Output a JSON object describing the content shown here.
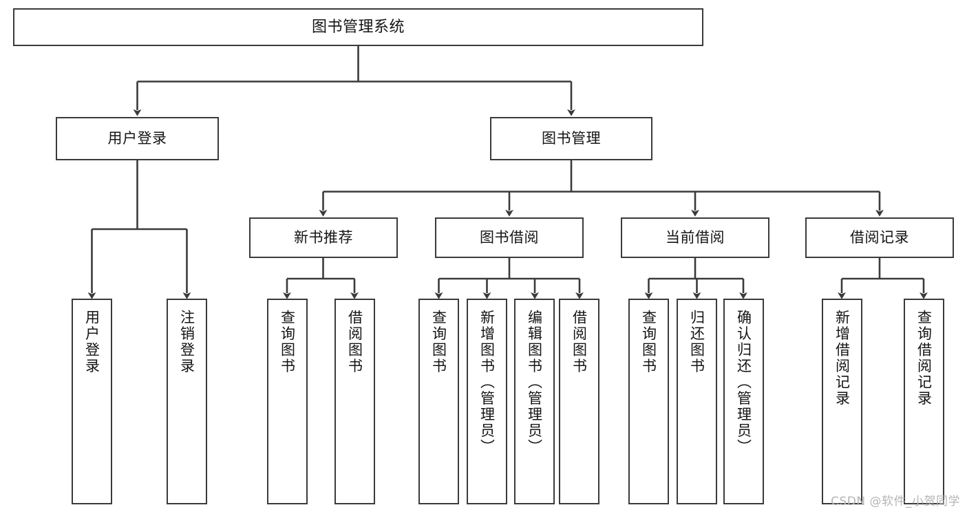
{
  "diagram": {
    "title": "图书管理系统",
    "type": "tree",
    "orientation": "top-down",
    "colors": {
      "background": "#ffffff",
      "node_fill": "#ffffff",
      "node_border": "#3a3a3a",
      "connector": "#3a3a3a",
      "text": "#141414",
      "watermark": "#b4b4b4"
    },
    "nodes": {
      "root": {
        "label": "图书管理系统",
        "level": 0
      },
      "l1": [
        {
          "id": "user-login",
          "label": "用户登录",
          "level": 1
        },
        {
          "id": "book-manage",
          "label": "图书管理",
          "level": 1
        }
      ],
      "l2": [
        {
          "id": "new-book-recommend",
          "label": "新书推荐",
          "level": 2,
          "parent": "book-manage"
        },
        {
          "id": "book-borrow",
          "label": "图书借阅",
          "level": 2,
          "parent": "book-manage"
        },
        {
          "id": "current-borrow",
          "label": "当前借阅",
          "level": 2,
          "parent": "book-manage"
        },
        {
          "id": "borrow-record",
          "label": "借阅记录",
          "level": 2,
          "parent": "book-manage"
        }
      ],
      "leaves": [
        {
          "id": "leaf-user-login",
          "label": "用户登录",
          "parent": "user-login"
        },
        {
          "id": "leaf-logout",
          "label": "注销登录",
          "parent": "user-login"
        },
        {
          "id": "leaf-query-book-1",
          "label": "查询图书",
          "parent": "new-book-recommend"
        },
        {
          "id": "leaf-borrow-book-1",
          "label": "借阅图书",
          "parent": "new-book-recommend"
        },
        {
          "id": "leaf-query-book-2",
          "label": "查询图书",
          "parent": "book-borrow"
        },
        {
          "id": "leaf-add-book",
          "label": "新增图书（管理员）",
          "parent": "book-borrow"
        },
        {
          "id": "leaf-edit-book",
          "label": "编辑图书（管理员）",
          "parent": "book-borrow"
        },
        {
          "id": "leaf-borrow-book-2",
          "label": "借阅图书",
          "parent": "book-borrow"
        },
        {
          "id": "leaf-query-book-3",
          "label": "查询图书",
          "parent": "current-borrow"
        },
        {
          "id": "leaf-return-book",
          "label": "归还图书",
          "parent": "current-borrow"
        },
        {
          "id": "leaf-confirm-return",
          "label": "确认归还（管理员）",
          "parent": "current-borrow"
        },
        {
          "id": "leaf-add-record",
          "label": "新增借阅记录",
          "parent": "borrow-record"
        },
        {
          "id": "leaf-query-record",
          "label": "查询借阅记录",
          "parent": "borrow-record"
        }
      ]
    }
  },
  "watermark": {
    "text": "CSDN @软件_小贺同学"
  }
}
